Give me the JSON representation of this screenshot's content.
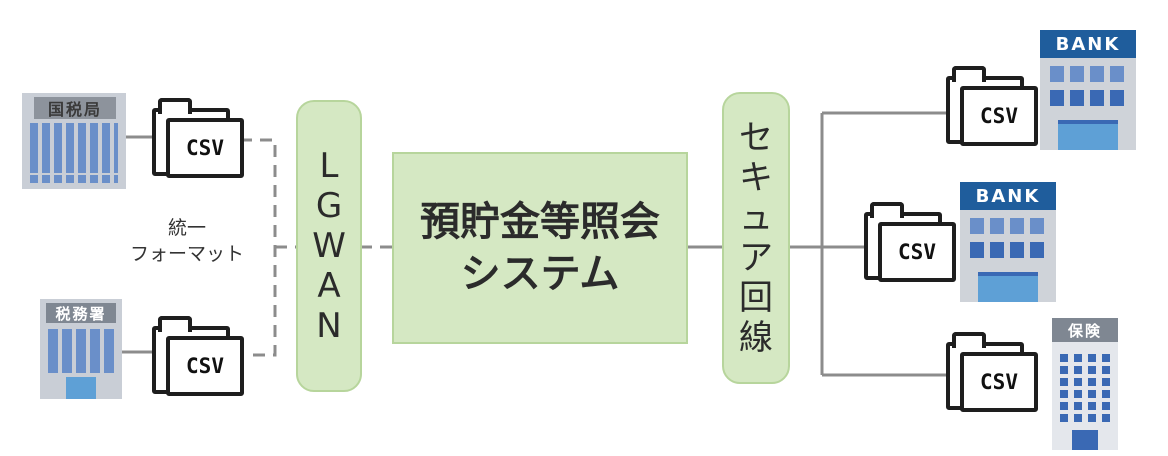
{
  "left_buildings": [
    {
      "sign": "国税局"
    },
    {
      "sign": "税務署"
    }
  ],
  "right_buildings": [
    {
      "sign": "BANK"
    },
    {
      "sign": "BANK"
    },
    {
      "sign": "保険"
    }
  ],
  "csv_label": "CSV",
  "format_label": [
    "統一",
    "フォーマット"
  ],
  "lgwan_chars": [
    "L",
    "G",
    "W",
    "A",
    "N"
  ],
  "system_lines": [
    "預貯金等照会",
    "システム"
  ],
  "secure_chars": [
    "セ",
    "キ",
    "ュ",
    "ア",
    "回",
    "線"
  ],
  "colors": {
    "box_fill": "#d5e8c3",
    "box_border": "#b7d59c",
    "line": "#808080"
  }
}
